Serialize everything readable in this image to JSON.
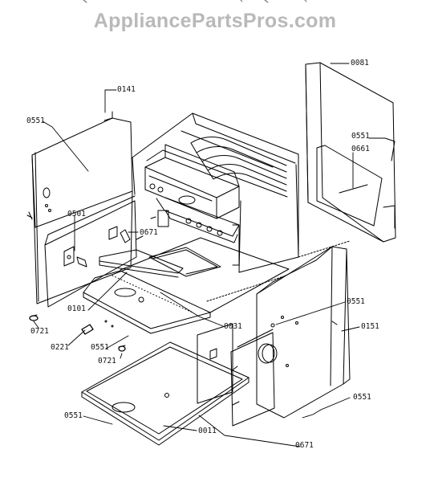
{
  "watermark": "AppliancePartsPros.com",
  "callouts": [
    {
      "id": "c0081a",
      "text": "0081"
    },
    {
      "id": "c0141",
      "text": "0141"
    },
    {
      "id": "c0551a",
      "text": "0551"
    },
    {
      "id": "c0551b",
      "text": "0551"
    },
    {
      "id": "c0661",
      "text": "0661"
    },
    {
      "id": "c0501",
      "text": "0501"
    },
    {
      "id": "c0671a",
      "text": "0671"
    },
    {
      "id": "c0101",
      "text": "0101"
    },
    {
      "id": "c0551c",
      "text": "0551"
    },
    {
      "id": "c0151",
      "text": "0151"
    },
    {
      "id": "c0721a",
      "text": "0721"
    },
    {
      "id": "c0031",
      "text": "0031"
    },
    {
      "id": "c0221",
      "text": "0221"
    },
    {
      "id": "c0551d",
      "text": "0551"
    },
    {
      "id": "c0721b",
      "text": "0721"
    },
    {
      "id": "c0551e",
      "text": "0551"
    },
    {
      "id": "c0551f",
      "text": "0551"
    },
    {
      "id": "c0011",
      "text": "0011"
    },
    {
      "id": "c0671b",
      "text": "0671"
    }
  ]
}
